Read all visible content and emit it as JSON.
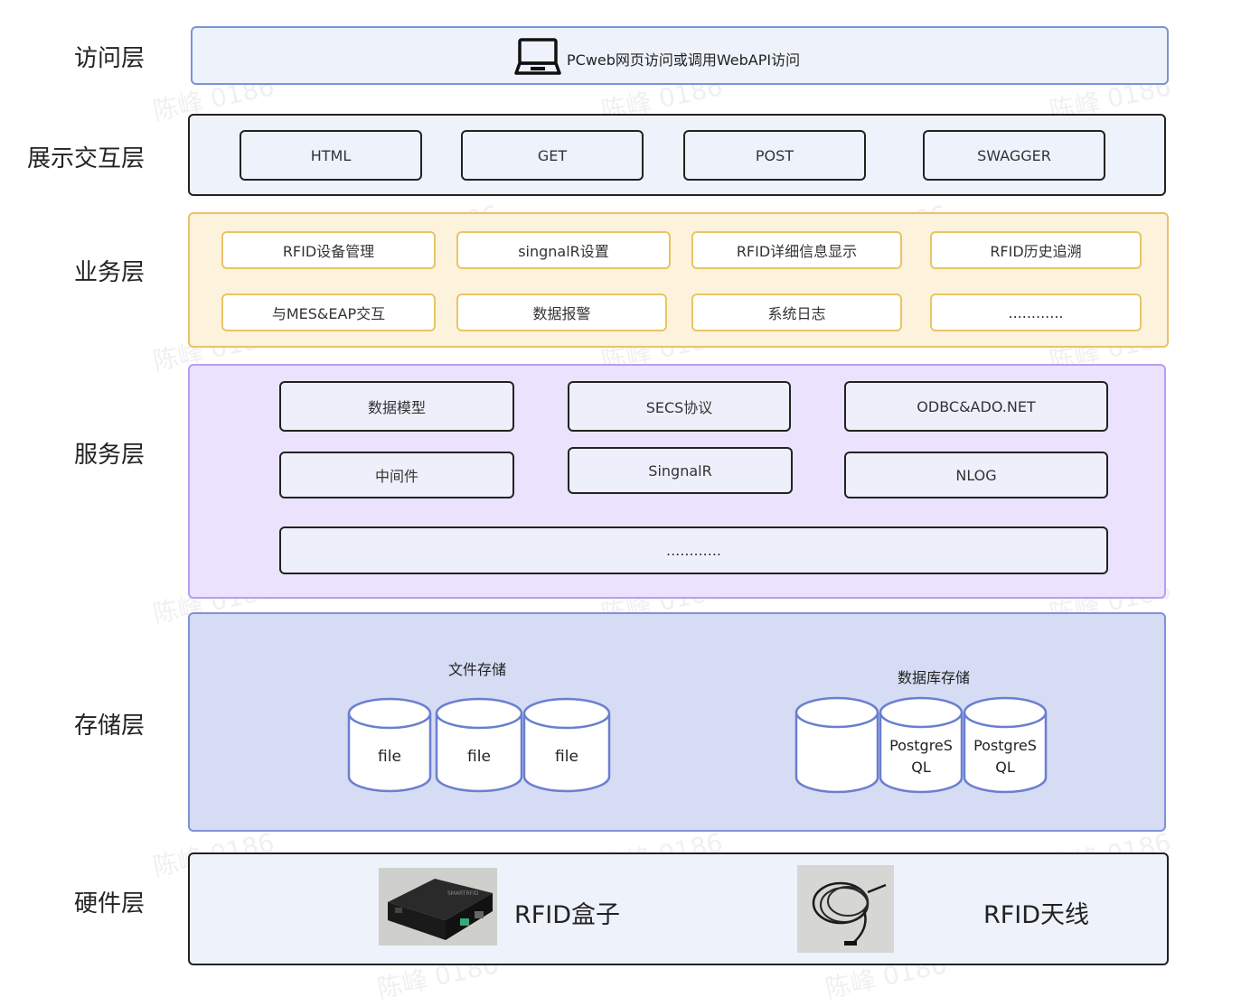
{
  "layers": {
    "access": "访问层",
    "presentation": "展示交互层",
    "business": "业务层",
    "service": "服务层",
    "storage": "存储层",
    "hardware": "硬件层"
  },
  "access": {
    "text": "PCweb网页访问或调用WebAPI访问",
    "icon": "laptop-icon"
  },
  "presentation": {
    "items": [
      "HTML",
      "GET",
      "POST",
      "SWAGGER"
    ]
  },
  "business": {
    "row1": [
      "RFID设备管理",
      "singnalR设置",
      "RFID详细信息显示",
      "RFID历史追溯"
    ],
    "row2": [
      "与MES&EAP交互",
      "数据报警",
      "系统日志",
      "............"
    ]
  },
  "service": {
    "row1": [
      "数据模型",
      "SECS协议",
      "ODBC&ADO.NET"
    ],
    "row2": [
      "中间件",
      "SingnalR",
      "NLOG"
    ],
    "more": "............"
  },
  "storage": {
    "file_title": "文件存储",
    "files": [
      "file",
      "file",
      "file"
    ],
    "db_title": "数据库存储",
    "dbs": [
      "",
      "PostgreS\nQL",
      "PostgreS\nQL"
    ]
  },
  "hardware": {
    "box_label": "RFID盒子",
    "antenna_label": "RFID天线"
  },
  "watermark": "陈峰 0186",
  "colors": {
    "access_bg": "#eef2fb",
    "access_border": "#7d93d6",
    "presentation_bg": "#eef2fb",
    "presentation_border": "#222222",
    "business_bg": "#fdf3dc",
    "business_border": "#e9c465",
    "service_bg": "#ebe2fd",
    "service_border": "#b79ef0",
    "storage_bg": "#d5dcf3",
    "storage_border": "#7d93d6",
    "hardware_bg": "#eef2fb",
    "hardware_border": "#222222"
  }
}
